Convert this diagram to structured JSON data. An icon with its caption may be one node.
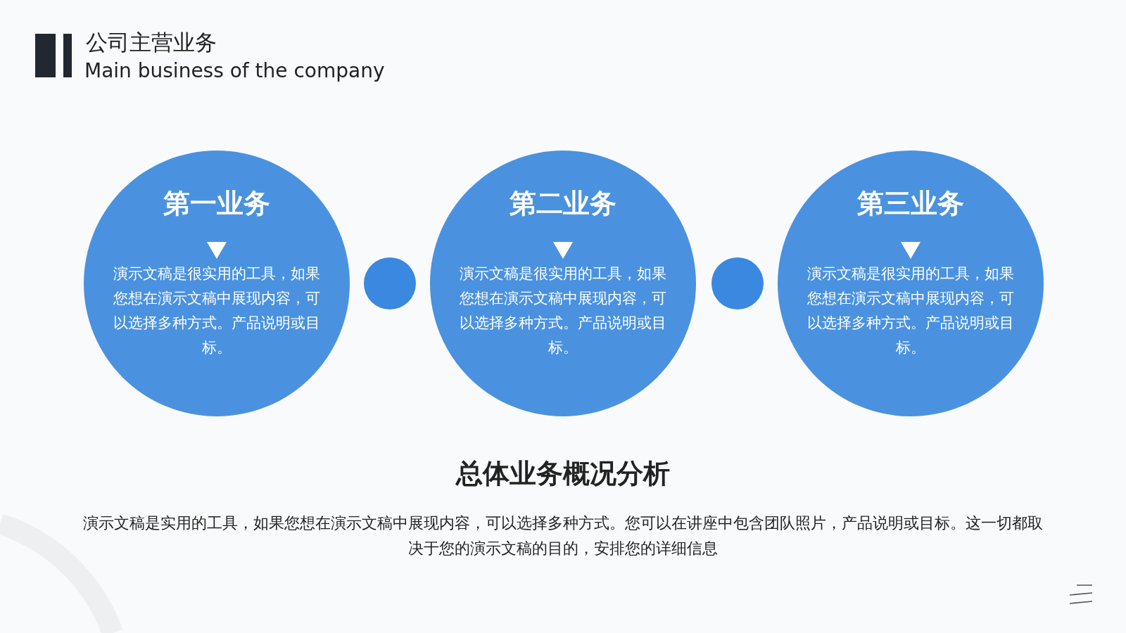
{
  "diagram": {
    "title": "公司主营业务",
    "nodes": [
      {
        "text": [
          "第一业务",
          "演示文稿是很实用的工具，如果您想在演示文稿中展现内容，可以选择多种方式。产品说明或目标。"
        ]
      },
      {
        "text": [],
        "shape": "circle"
      },
      {
        "text": [
          "第二业务",
          "演示文稿是很实用的工具，如果您想在演示文稿中展现内容，可以选择多种方式。产品说明或目标。"
        ]
      },
      {
        "text": [],
        "shape": "circle"
      },
      {
        "text": [
          "第三业务",
          "演示文稿是很实用的工具，如果您想在演示文稿中展现内容，可以选择多种方式。产品说明或目标。"
        ]
      }
    ],
    "edges": [],
    "labels": [
      "Main business of the company",
      "总体业务概况分析",
      "演示文稿是实用的工具，如果您想在演示文稿中展现内容，可以选择多种方式。您可以在讲座中包含团队照片，产品说明或目标。这一切都取决于您的演示文稿的目的，安排您的详细信息"
    ]
  }
}
